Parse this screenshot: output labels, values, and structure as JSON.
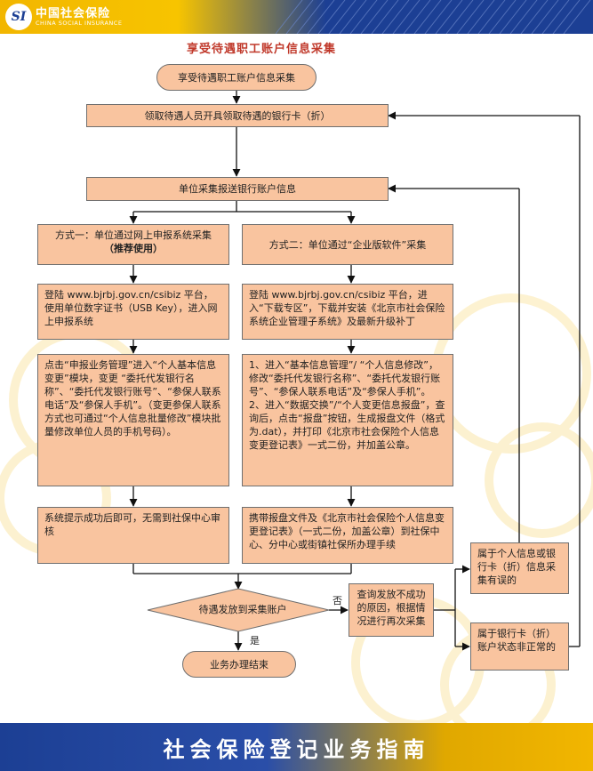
{
  "header": {
    "logo_mark": "SI",
    "logo_cn": "中国社会保险",
    "logo_en": "CHINA SOCIAL INSURANCE"
  },
  "title": "享受待遇职工账户信息采集",
  "nodes": {
    "start": "享受待遇职工账户信息采集",
    "step1": "领取待遇人员开具领取待遇的银行卡（折）",
    "step2": "单位采集报送银行账户信息",
    "method1_line1": "方式一：单位通过网上申报系统采集",
    "method1_line2": "（推荐使用）",
    "method2": "方式二：单位通过“企业版软件”采集",
    "left_login": "登陆 www.bjrbj.gov.cn/csibiz 平台，使用单位数字证书（USB Key），进入网上申报系统",
    "right_login": "登陆 www.bjrbj.gov.cn/csibiz 平台，进入“下载专区”，下载并安装《北京市社会保险系统企业管理子系统》及最新升级补丁",
    "left_op": "点击“申报业务管理”进入“个人基本信息变更”模块，变更 “委托代发银行名称”、“委托代发银行账号”、“参保人联系电话”及“参保人手机”。（变更参保人联系方式也可通过“个人信息批量修改”模块批量修改单位人员的手机号码）。",
    "right_op_1": "1、进入“基本信息管理”/ “个人信息修改”，修改“委托代发银行名称”、“委托代发银行账号”、“参保人联系电话”及“参保人手机”。",
    "right_op_2": "2、进入“数据交换”/“个人变更信息报盘”，查询后，点击“报盘”按钮，生成报盘文件（格式为.dat），并打印《北京市社会保险个人信息变更登记表》一式二份，并加盖公章。",
    "left_done": "系统提示成功后即可，无需到社保中心审核",
    "right_submit": "携带报盘文件及《北京市社会保险个人信息变更登记表》（一式二份，加盖公章）到社保中心、分中心或街镇社保所办理手续",
    "decision": "待遇发放到采集账户",
    "no_label": "否",
    "yes_label": "是",
    "query": "查询发放不成功的原因，根据情况进行再次采集",
    "reason1": "属于个人信息或银行卡（折）信息采集有误的",
    "reason2": "属于银行卡（折）账户状态非正常的",
    "end": "业务办理结束"
  },
  "footer": {
    "title": "社会保险登记业务指南"
  },
  "colors": {
    "box_fill": "#f9c49f",
    "title_red": "#c0392b",
    "header_yellow": "#f2b600",
    "header_blue": "#1c3f94"
  }
}
